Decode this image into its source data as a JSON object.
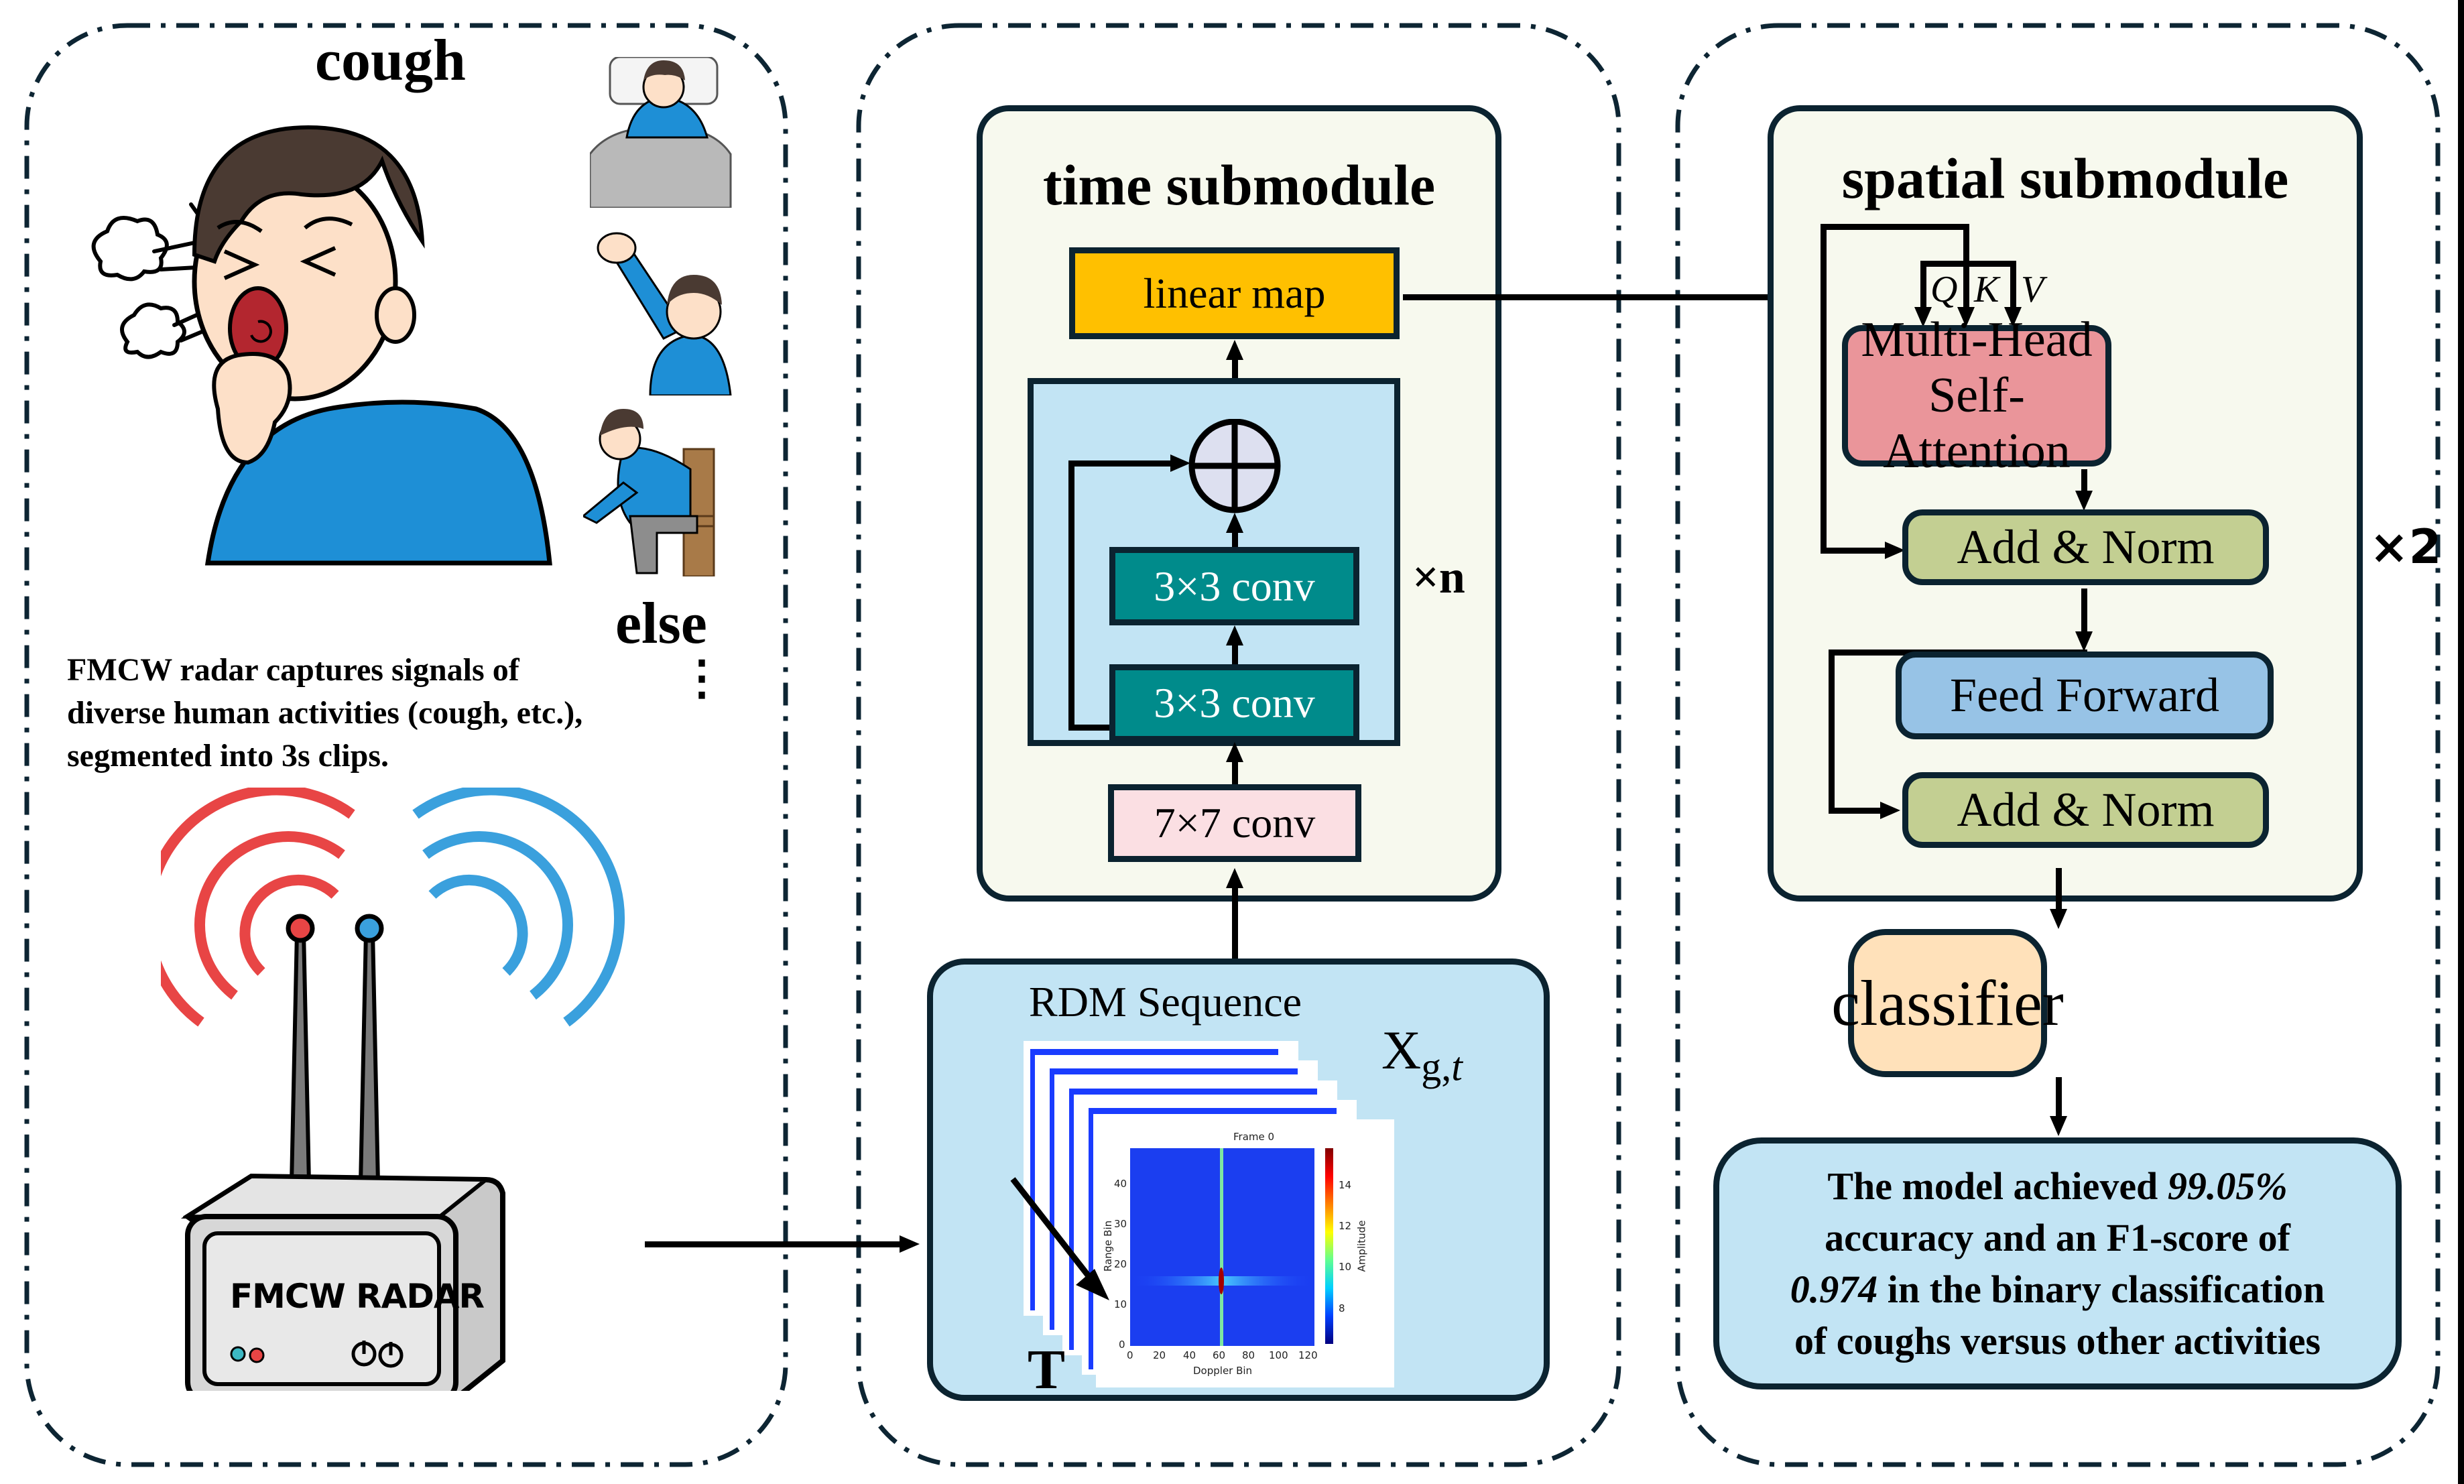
{
  "left_panel": {
    "cough_label": "cough",
    "else_label": "else",
    "ellipsis": "⋮",
    "description_lines": [
      "FMCW radar captures signals of",
      "diverse human activities (cough, etc.),",
      "segmented into 3s clips."
    ],
    "radar_label": "FMCW RADAR",
    "illustrations": [
      "coughing-person",
      "person-in-bed",
      "person-waving",
      "person-sitting-on-chair"
    ],
    "colors": {
      "tx_wave": "#e84545",
      "rx_wave": "#3aa0dd",
      "shirt": "#1e8fd6"
    }
  },
  "time_module": {
    "title": "time submodule",
    "linear_map": "linear map",
    "conv_a": "3×3 conv",
    "conv_b": "3×3 conv",
    "conv_in": "7×7 conv",
    "repeat": "×n",
    "colors": {
      "linear_map": "#ffc000",
      "conv3": "#008b8b",
      "conv7": "#fbdfe3",
      "res_block": "#c2e4f4",
      "module_bg": "#f7f9ee"
    }
  },
  "rdm": {
    "title": "RDM Sequence",
    "symbol_main": "X",
    "symbol_sub": "g,",
    "symbol_sub_t": "t",
    "time_axis": "T",
    "frame_title": "Frame 0",
    "xlabel": "Doppler Bin",
    "ylabel": "Range Bin",
    "colorbar_label": "Amplitude",
    "xticks": [
      "0",
      "20",
      "40",
      "60",
      "80",
      "100",
      "120"
    ],
    "yticks": [
      "0",
      "10",
      "20",
      "30",
      "40"
    ],
    "cbar_ticks": [
      "8",
      "10",
      "12",
      "14"
    ]
  },
  "spatial_module": {
    "title": "spatial submodule",
    "q": "Q",
    "k": "K",
    "v": "V",
    "mhsa_line1": "Multi-Head",
    "mhsa_line2": "Self-Attention",
    "add_norm_1": "Add & Norm",
    "feed_forward": "Feed Forward",
    "add_norm_2": "Add & Norm",
    "repeat": "×2",
    "colors": {
      "mhsa": "#ea959a",
      "add_norm": "#c3cf92",
      "feed_forward": "#97c3e6"
    }
  },
  "classifier": {
    "label": "classifier",
    "color": "#ffe1ba"
  },
  "result": {
    "line1_pre": "The model achieved ",
    "accuracy": "99.05%",
    "line2": "accuracy and an F1-score of",
    "f1": "0.974",
    "line3_post": " in the binary classification",
    "line4": "of coughs versus other activities"
  }
}
